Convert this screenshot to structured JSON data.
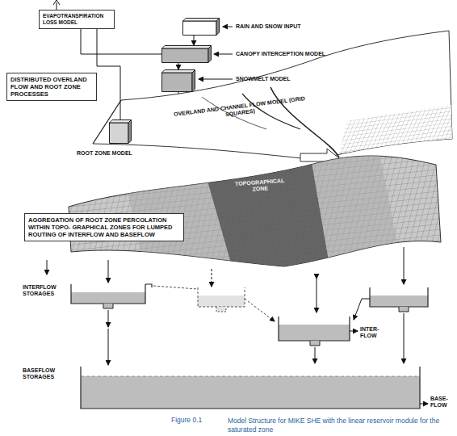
{
  "diagram": {
    "caption": "Model Structure for MIKE SHE with the linear reservoir module for the saturated zone",
    "nodes": [
      {
        "text": [
          "EVAPOTRANSPIRATION LOSS MODEL"
        ]
      },
      {
        "text": [
          "RAIN AND SNOW INPUT"
        ]
      },
      {
        "text": [
          "CANOPY INTERCEPTION MODEL"
        ]
      },
      {
        "text": [
          "SNOWMELT MODEL"
        ]
      },
      {
        "text": [
          "DISTRIBUTED OVERLAND FLOW AND ROOT ZONE PROCESSES"
        ]
      },
      {
        "text": [
          "ROOT ZONE MODEL"
        ]
      },
      {
        "text": [
          "AGGREGATION OF ROOT ZONE PERCOLATION WITHIN TOPO- GRAPHICAL ZONES FOR LUMPED ROUTING OF INTERFLOW AND BASEFLOW"
        ]
      }
    ],
    "edges": [
      {
        "from": 1,
        "to": 2,
        "arrow": "to"
      },
      {
        "from": 2,
        "to": 3,
        "arrow": "to"
      },
      {
        "from": 2,
        "to": 0,
        "arrow": "none"
      },
      {
        "from": 5,
        "to": 0,
        "arrow": "none"
      }
    ],
    "labels": [
      "OVERLAND AND CHANNEL FLOW MODEL (GRID SQUARES)",
      "TOPOGRAPHICAL ZONE",
      "INTERFLOW STORAGES",
      "INTER- FLOW",
      "BASEFLOW STORAGES",
      "BASE- FLOW",
      "Figure 0.1"
    ]
  }
}
